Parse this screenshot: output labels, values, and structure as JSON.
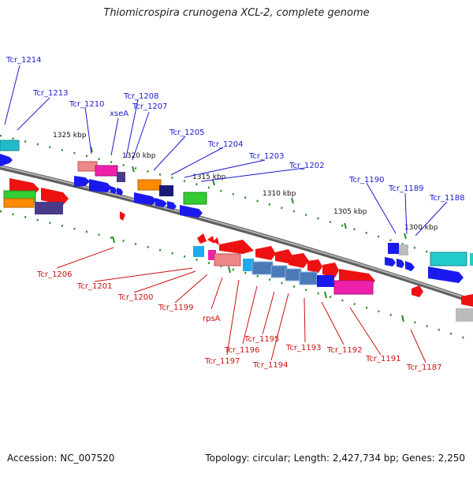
{
  "title": "Thiomicrospira crunogena XCL-2, complete genome",
  "accession": "Accession: NC_007520",
  "summary": "Topology: circular; Length: 2,427,734 bp; Genes: 2,250",
  "colors": {
    "axis": "#8a8a8a",
    "tick": "#2a8a2a",
    "label_top": "#1a1acc",
    "label_bottom": "#cc1111"
  },
  "scale_labels": [
    "1325 kbp",
    "1320 kbp",
    "1315 kbp",
    "1310 kbp",
    "1305 kbp",
    "1300 kbp"
  ],
  "top_labels": [
    "Tcr_1214",
    "Tcr_1213",
    "Tcr_1210",
    "xseA",
    "Tcr_1208",
    "Tcr_1207",
    "Tcr_1205",
    "Tcr_1204",
    "Tcr_1203",
    "Tcr_1202",
    "Tcr_1190",
    "Tcr_1189",
    "Tcr_1188"
  ],
  "bottom_labels": [
    "Tcr_1206",
    "Tcr_1201",
    "Tcr_1200",
    "Tcr_1199",
    "rpsA",
    "Tcr_1197",
    "Tcr_1196",
    "Tcr_1195",
    "Tcr_1194",
    "Tcr_1193",
    "Tcr_1192",
    "Tcr_1191",
    "Tcr_1187"
  ]
}
